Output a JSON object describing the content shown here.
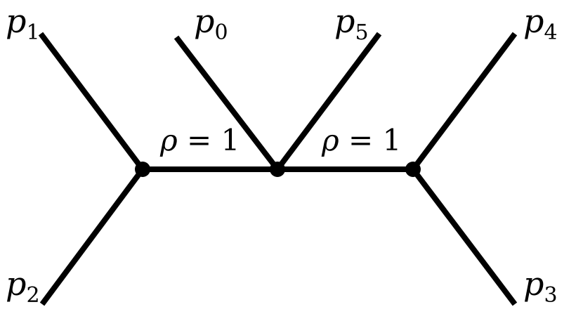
{
  "diagram": {
    "type": "tree",
    "leaves": [
      {
        "id": "p0",
        "base": "p",
        "index": "0"
      },
      {
        "id": "p1",
        "base": "p",
        "index": "1"
      },
      {
        "id": "p2",
        "base": "p",
        "index": "2"
      },
      {
        "id": "p3",
        "base": "p",
        "index": "3"
      },
      {
        "id": "p4",
        "base": "p",
        "index": "4"
      },
      {
        "id": "p5",
        "base": "p",
        "index": "5"
      }
    ],
    "internal_edge_labels": [
      {
        "symbol": "ρ",
        "op": " = ",
        "value": "1"
      },
      {
        "symbol": "ρ",
        "op": " = ",
        "value": "1"
      }
    ],
    "line_color": "#000000"
  }
}
